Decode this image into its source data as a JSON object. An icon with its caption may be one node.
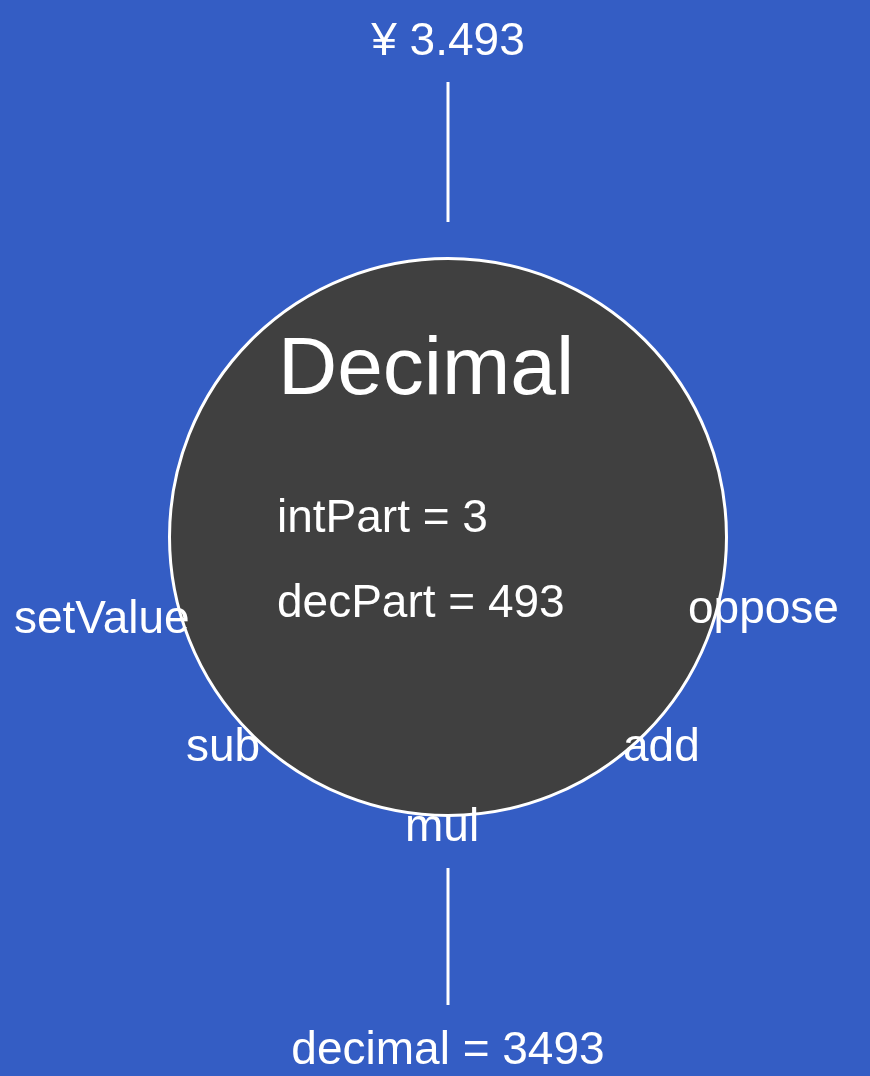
{
  "diagram": {
    "nodes": [
      {
        "text": [
          "¥ 3.493"
        ]
      },
      {
        "text": [
          "Decimal",
          "intPart = 3",
          "decPart = 493"
        ]
      },
      {
        "text": [
          "decimal = 3493"
        ]
      }
    ],
    "edges": [
      {
        "from": 0,
        "to": 1,
        "arrow": "none"
      },
      {
        "from": 1,
        "to": 2,
        "arrow": "none"
      }
    ],
    "labels": [
      "setValue",
      "oppose",
      "sub",
      "add",
      "mul"
    ]
  }
}
